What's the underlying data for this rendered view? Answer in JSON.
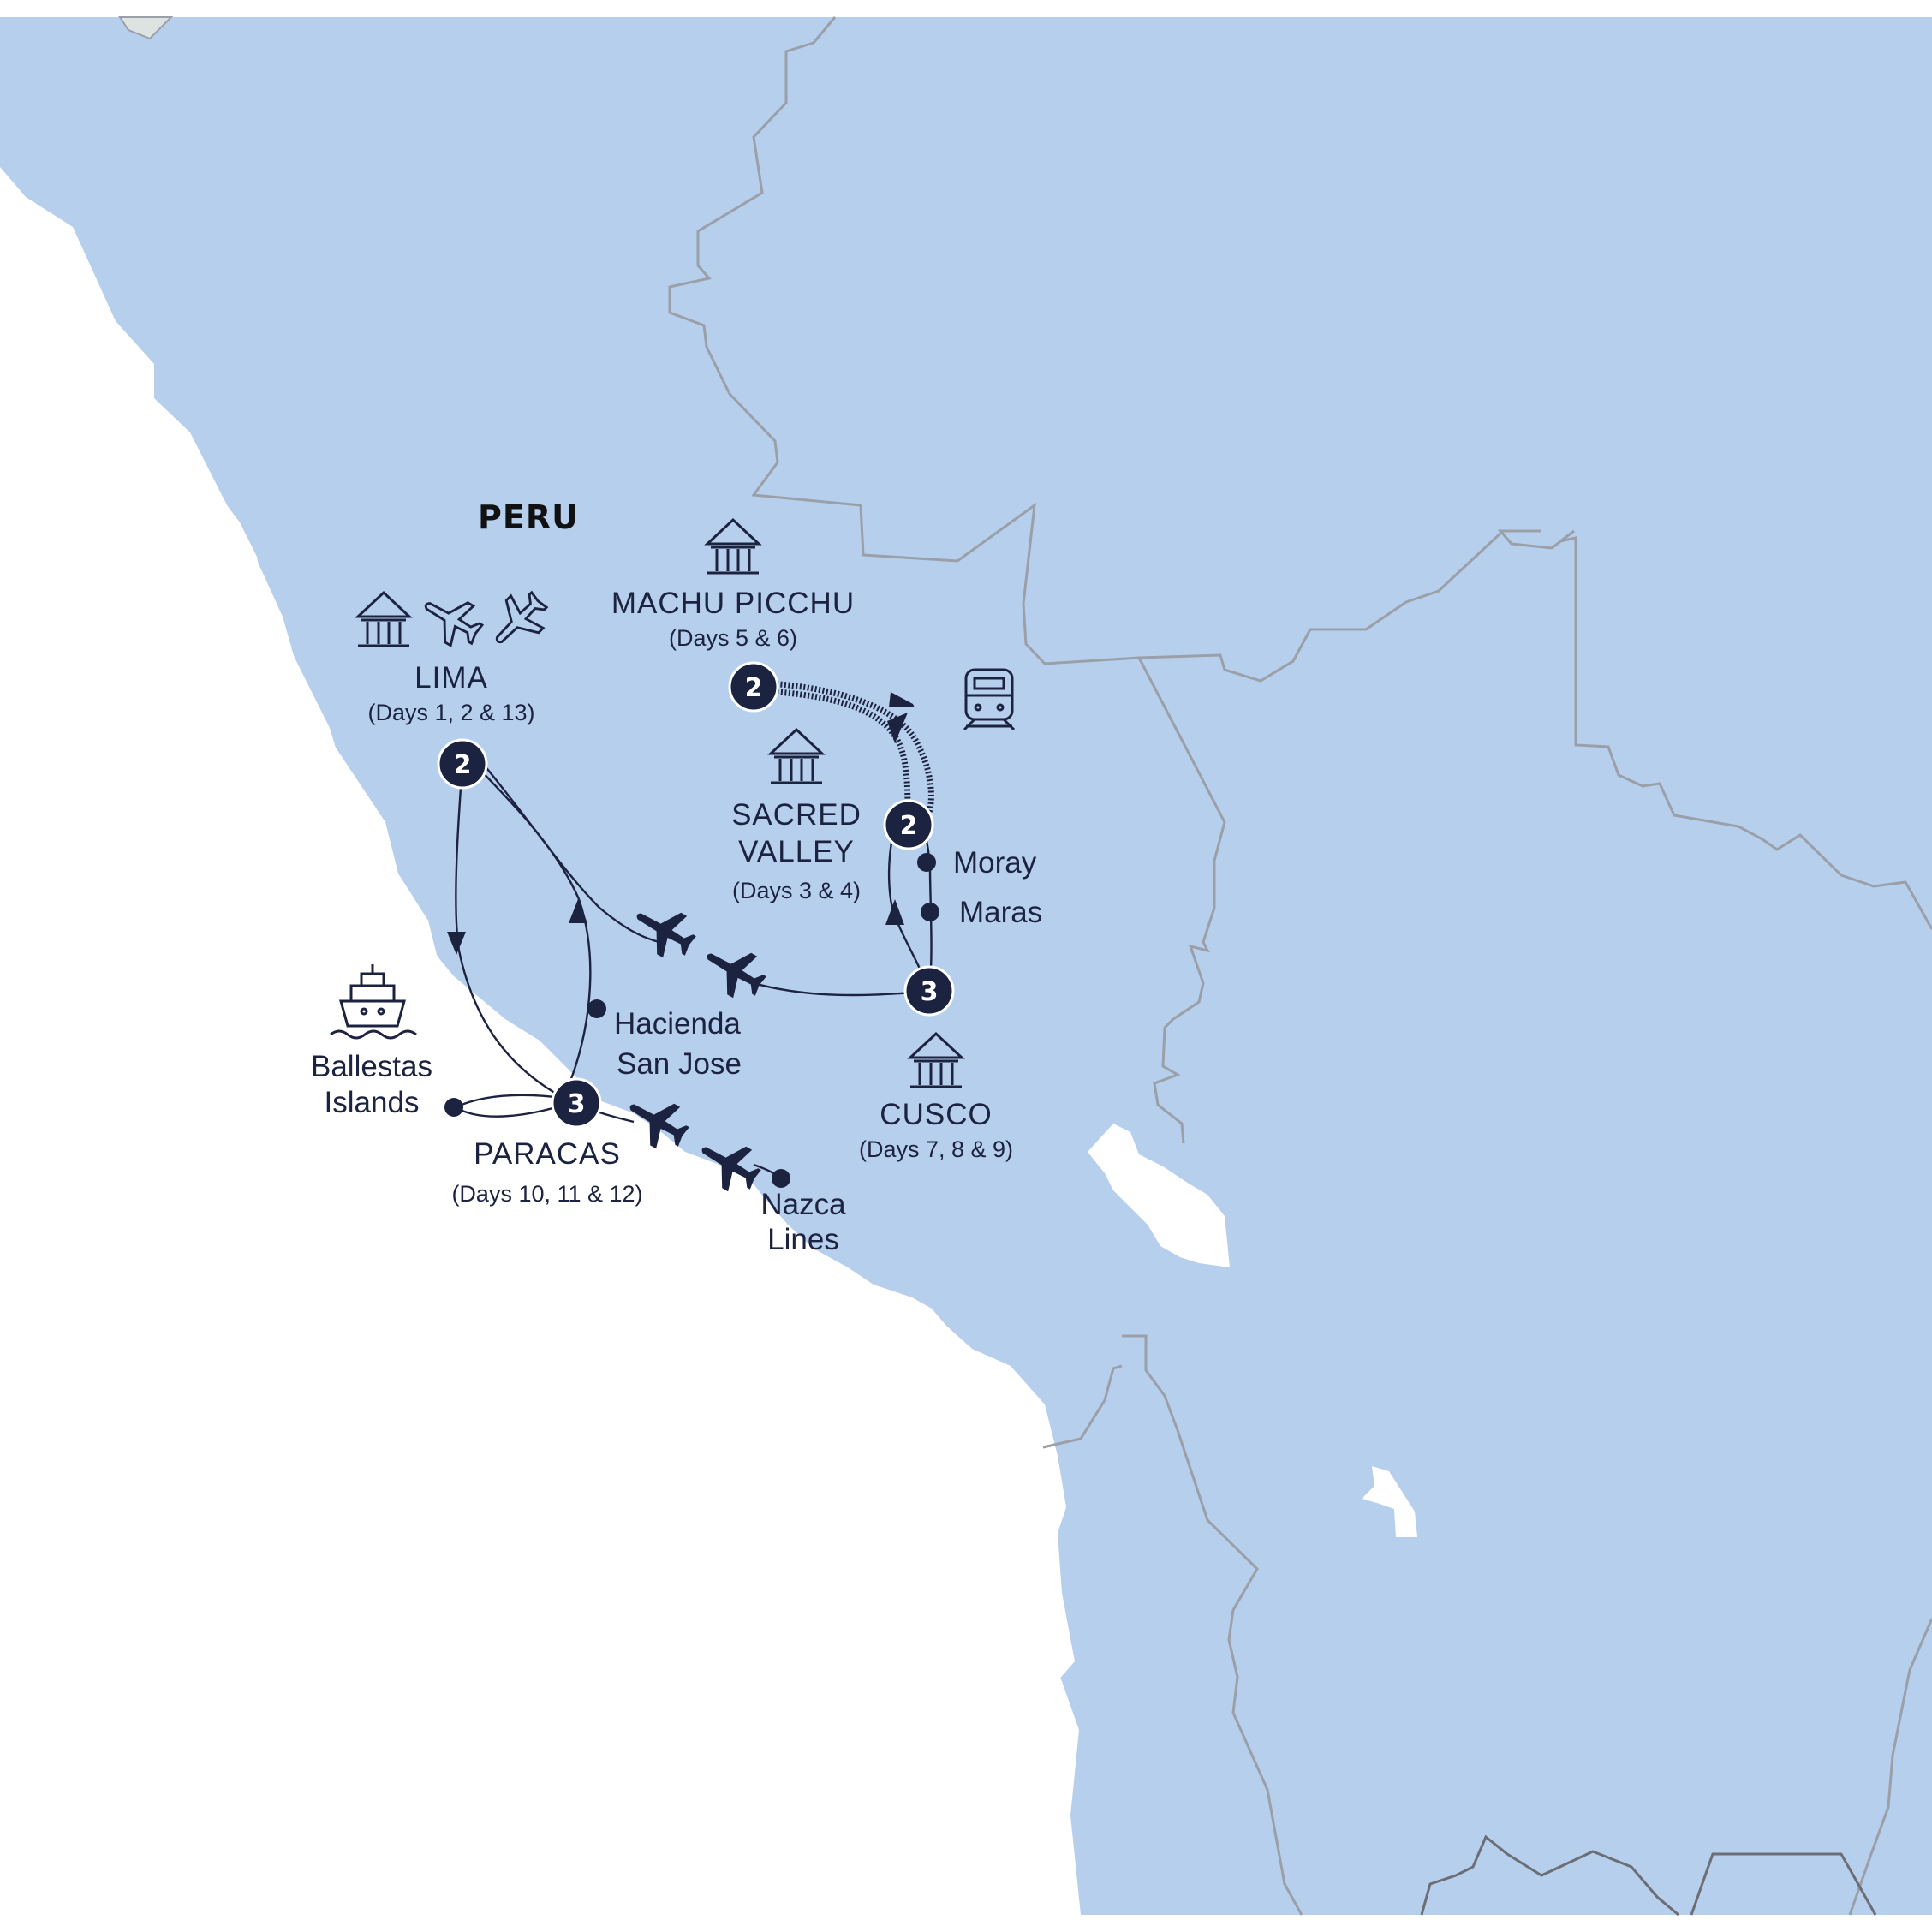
{
  "map": {
    "country_label": "PERU",
    "colors": {
      "land": "#b6cfed",
      "ocean": "#ffffff",
      "border": "#9a9fa8",
      "route": "#1c2340",
      "badge": "#1c2340",
      "badge_text": "#ffffff"
    }
  },
  "stops": [
    {
      "name": "LIMA",
      "days": "(Days 1, 2 & 13)",
      "nights": "2"
    },
    {
      "name": "SACRED",
      "name2": "VALLEY",
      "days": "(Days 3 & 4)",
      "nights": "2"
    },
    {
      "name": "MACHU PICCHU",
      "days": "(Days 5 & 6)",
      "nights": "2"
    },
    {
      "name": "CUSCO",
      "days": "(Days 7, 8 & 9)",
      "nights": "3"
    },
    {
      "name": "PARACAS",
      "days": "(Days 10, 11 & 12)",
      "nights": "3"
    }
  ],
  "places": {
    "moray": "Moray",
    "maras": "Maras",
    "hacienda_1": "Hacienda",
    "hacienda_2": "San Jose",
    "ballestas_1": "Ballestas",
    "ballestas_2": "Islands",
    "nazca_1": "Nazca",
    "nazca_2": "Lines"
  },
  "icons": [
    "museum-icon",
    "plane-icon",
    "train-icon",
    "ship-icon"
  ]
}
